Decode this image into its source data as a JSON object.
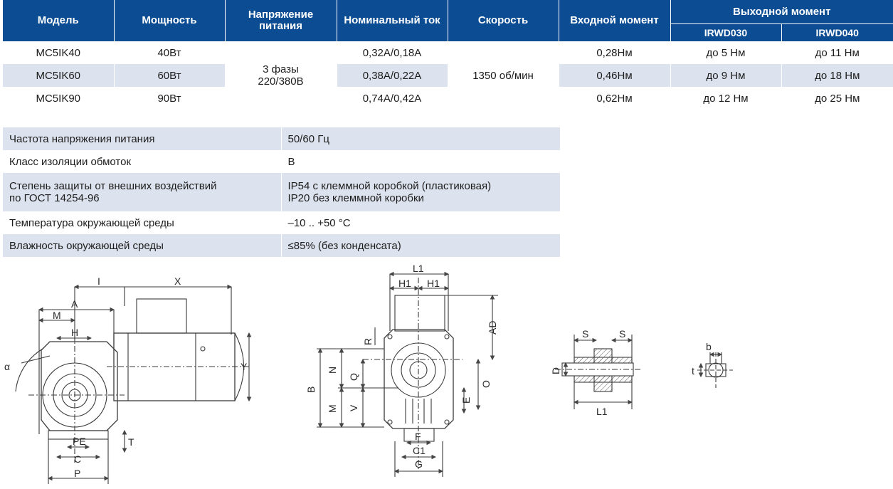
{
  "spec": {
    "headers": {
      "model": "Модель",
      "power": "Мощность",
      "voltage": "Напряжение питания",
      "current": "Номинальный ток",
      "speed": "Скорость",
      "input_torque": "Входной момент",
      "output_torque": "Выходной момент",
      "irwd030": "IRWD030",
      "irwd040": "IRWD040"
    },
    "rows": [
      {
        "model": "MC5IK40",
        "power": "40Вт",
        "current": "0,32А/0,18А",
        "input_torque": "0,28Нм",
        "irwd030": "до 5 Нм",
        "irwd040": "до 11 Нм"
      },
      {
        "model": "MC5IK60",
        "power": "60Вт",
        "current": "0,38А/0,22А",
        "input_torque": "0,46Нм",
        "irwd030": "до 9 Нм",
        "irwd040": "до 18 Нм"
      },
      {
        "model": "MC5IK90",
        "power": "90Вт",
        "current": "0,74А/0,42А",
        "input_torque": "0,62Нм",
        "irwd030": "до 12 Нм",
        "irwd040": "до 25 Нм"
      }
    ],
    "voltage_line1": "3 фазы",
    "voltage_line2": "220/380В",
    "speed": "1350 об/мин"
  },
  "props": [
    {
      "name": "Частота напряжения питания",
      "value": "50/60 Гц"
    },
    {
      "name": "Класс изоляции обмоток",
      "value": "B"
    },
    {
      "name": "Степень защиты от внешних воздействий",
      "name2": "по ГОСТ 14254-96",
      "value": "IP54 с клеммной коробкой (пластиковая)",
      "value2": "IP20 без клеммной коробки"
    },
    {
      "name": "Температура окружающей среды",
      "value": "–10 .. +50 °С"
    },
    {
      "name": "Влажность окружающей среды",
      "value": "≤85% (без конденсата)"
    }
  ],
  "drawings": {
    "side_view": {
      "I": "I",
      "X": "X",
      "A": "A",
      "M": "M",
      "H": "H",
      "alpha": "α",
      "Y": "Y",
      "PE": "PE",
      "C": "C",
      "P": "P",
      "T": "T"
    },
    "front_view": {
      "L1": "L1",
      "H1a": "H1",
      "H1b": "H1",
      "AD": "AD",
      "R": "R",
      "N": "N",
      "Q": "Q",
      "B": "B",
      "M": "M",
      "V": "V",
      "O": "O",
      "E": "E",
      "F": "F",
      "C1": "C1",
      "G": "G"
    },
    "shaft": {
      "S1": "S",
      "S2": "S",
      "D": "D",
      "L1": "L1"
    },
    "key": {
      "b": "b",
      "t": "t"
    }
  },
  "colors": {
    "header_bg": "#0b4c93",
    "row_shade": "#dde3ee"
  }
}
